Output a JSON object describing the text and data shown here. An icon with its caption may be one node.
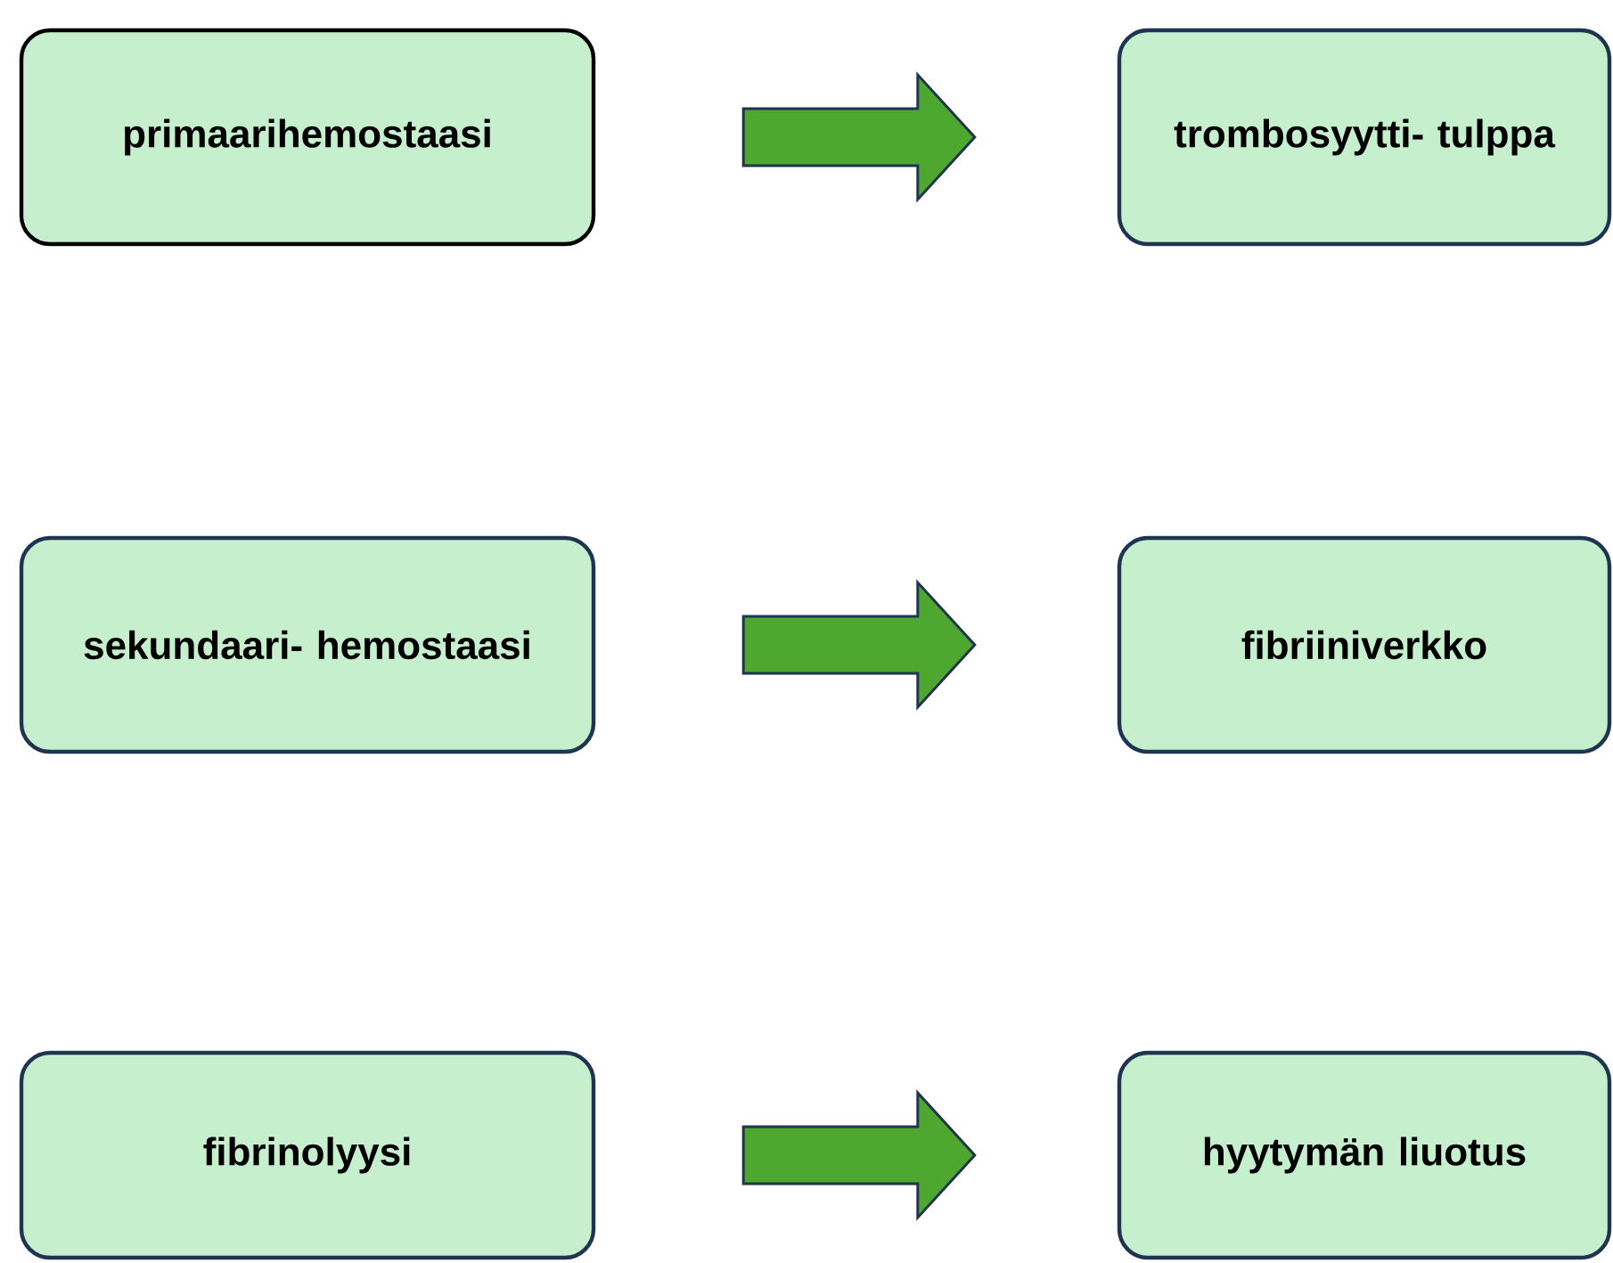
{
  "diagram": {
    "nodes": [
      {
        "text": [
          "primaarihemostaasi"
        ]
      },
      {
        "text": [
          "trombosyytti- tulppa"
        ]
      },
      {
        "text": [
          "sekundaari- hemostaasi"
        ]
      },
      {
        "text": [
          "fibriiniverkko"
        ]
      },
      {
        "text": [
          "fibrinolyysi"
        ]
      },
      {
        "text": [
          "hyytymän liuotus"
        ]
      }
    ],
    "edges": [
      {
        "from": 0,
        "to": 1,
        "arrow": "to"
      },
      {
        "from": 2,
        "to": 3,
        "arrow": "to"
      },
      {
        "from": 4,
        "to": 5,
        "arrow": "to"
      }
    ]
  }
}
